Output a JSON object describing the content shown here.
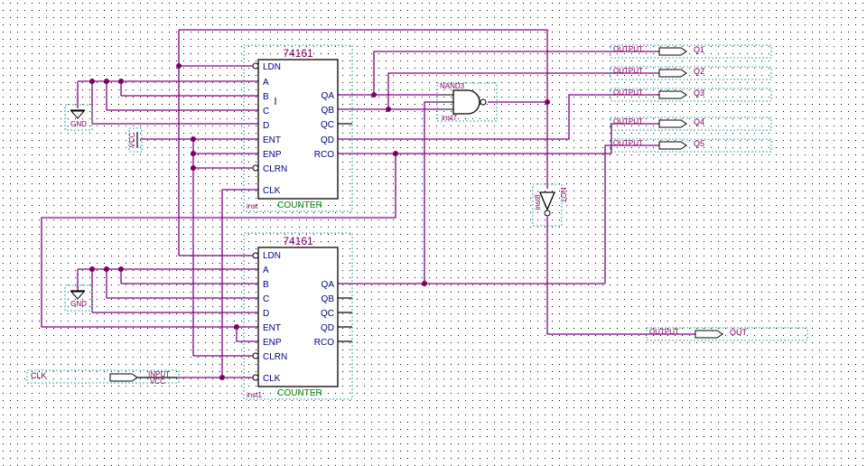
{
  "counter1": {
    "title": "74161",
    "footer": "COUNTER",
    "inst": "inst",
    "left_pins": [
      "LDN",
      "A",
      "B",
      "C",
      "D",
      "ENT",
      "ENP",
      "CLRN",
      "CLK"
    ],
    "right_pins": [
      "QA",
      "QB",
      "QC",
      "QD",
      "RCO"
    ]
  },
  "counter2": {
    "title": "74161",
    "footer": "COUNTER",
    "inst": "inst1",
    "left_pins": [
      "LDN",
      "A",
      "B",
      "C",
      "D",
      "ENT",
      "ENP",
      "CLRN",
      "CLK"
    ],
    "right_pins": [
      "QA",
      "QB",
      "QC",
      "QD",
      "RCO"
    ]
  },
  "nand": {
    "type": "NAND3",
    "inst": "inst7"
  },
  "inverter": {
    "type": "NOT",
    "inst": "inst8"
  },
  "gnd": [
    "GND",
    "GND"
  ],
  "vcc": "VCC",
  "input_port": {
    "name": "CLK",
    "kind": "INPUT",
    "default": "VCC"
  },
  "outputs": [
    {
      "kind": "OUTPUT",
      "name": "Q1"
    },
    {
      "kind": "OUTPUT",
      "name": "Q2"
    },
    {
      "kind": "OUTPUT",
      "name": "Q3"
    },
    {
      "kind": "OUTPUT",
      "name": "Q4"
    },
    {
      "kind": "OUTPUT",
      "name": "Q5"
    },
    {
      "kind": "OUTPUT",
      "name": "OUT"
    }
  ],
  "colors": {
    "wire": "#800080",
    "dot_grid": "#000000",
    "block": "#000000",
    "pin_text": "#000080"
  }
}
